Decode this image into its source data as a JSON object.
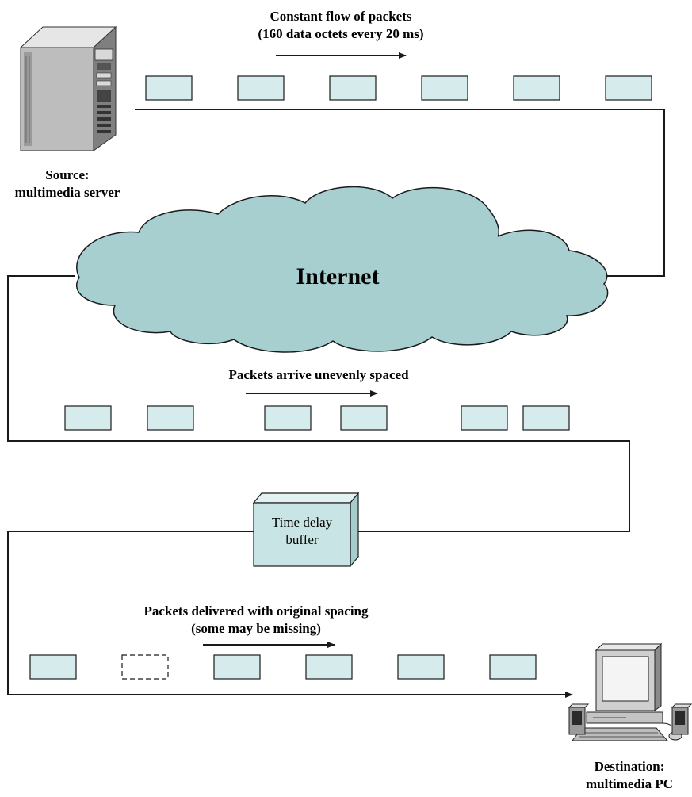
{
  "colors": {
    "packet_fill": "#d6ecec",
    "cloud_fill": "#a8cfd0",
    "line": "#1a1a1a",
    "buffer_front": "#c9e4e4",
    "buffer_side": "#a8cccc",
    "buffer_top": "#e2f1f1"
  },
  "labels": {
    "top_line1": "Constant flow of packets",
    "top_line2": "(160 data octets every 20 ms)",
    "source_line1": "Source:",
    "source_line2": "multimedia server",
    "internet": "Internet",
    "uneven": "Packets arrive unevenly spaced",
    "buffer_line1": "Time delay",
    "buffer_line2": "buffer",
    "delivered_line1": "Packets delivered with original spacing",
    "delivered_line2": "(some may be missing)",
    "dest_line1": "Destination:",
    "dest_line2": "multimedia PC"
  },
  "icons": {
    "source": "server-tower-icon",
    "destination": "desktop-pc-with-speakers-icon"
  },
  "packets": {
    "row1_count": 6,
    "row2_count": 6,
    "row3_count": 6,
    "row3_missing_index": 1
  }
}
